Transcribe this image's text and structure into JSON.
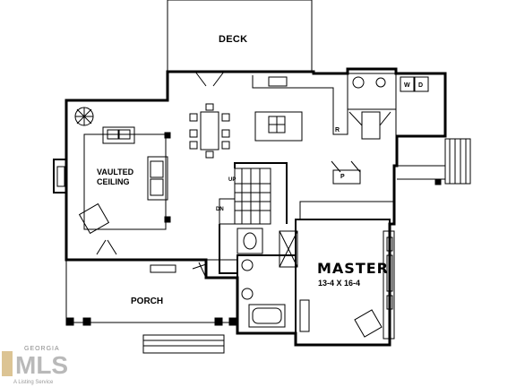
{
  "rooms": {
    "deck": "DECK",
    "vaulted_line1": "VAULTED",
    "vaulted_line2": "CEILING",
    "porch": "PORCH",
    "master": "MASTER",
    "master_dims": "13-4  X  16-4"
  },
  "labels": {
    "up": "UP",
    "dn": "DN",
    "refrigerator": "R",
    "pantry": "P",
    "washer": "W",
    "dryer": "D"
  },
  "watermark": {
    "top": "GEORGIA",
    "logo": "MLS",
    "sub": "A Listing Service"
  }
}
